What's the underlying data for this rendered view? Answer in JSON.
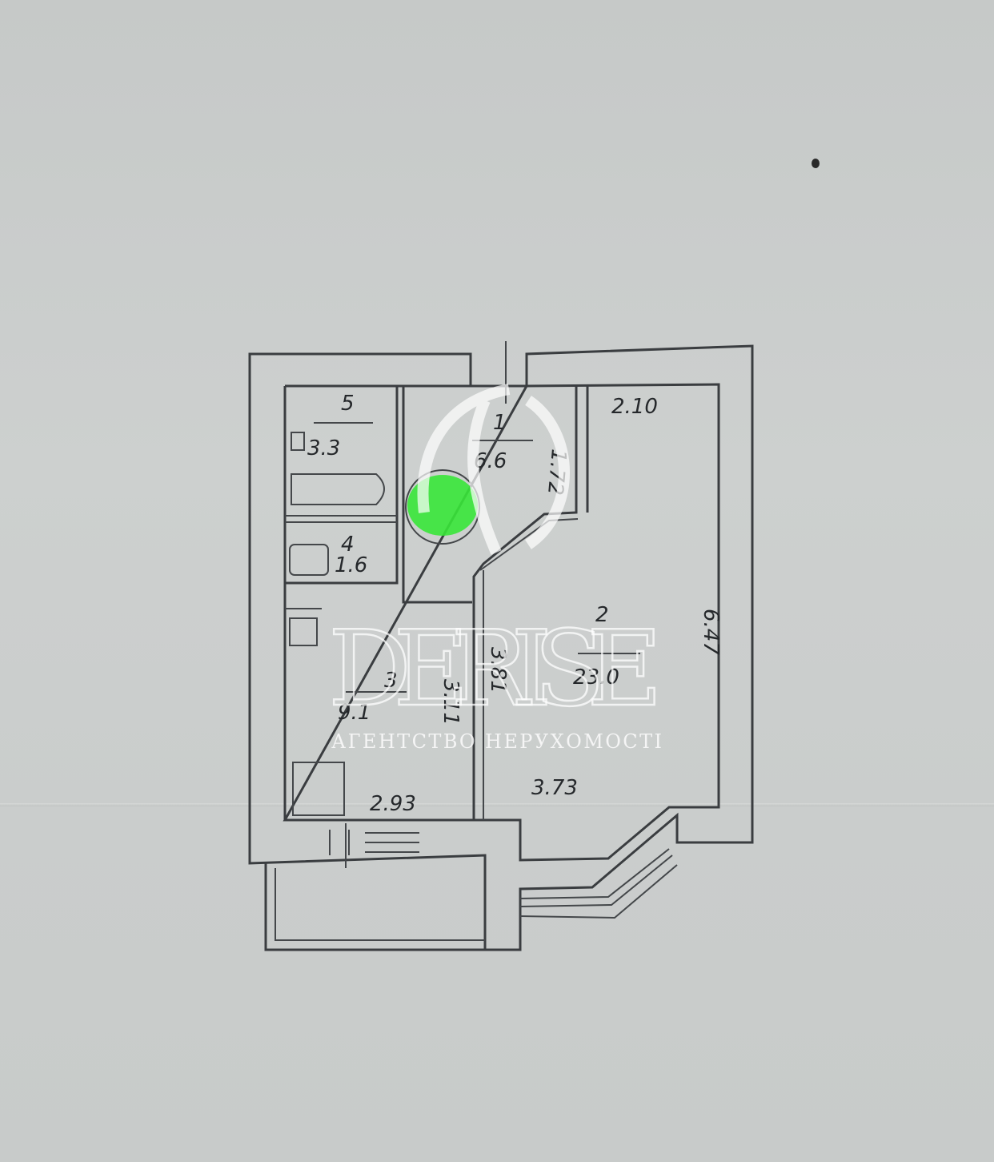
{
  "document": {
    "background_color": "#c9cccb",
    "line_color": "#3a3d40",
    "highlight_color": "#39e639"
  },
  "watermark": {
    "brand": "DERISE",
    "subtitle": "АГЕНТСТВО НЕРУХОМОСТІ"
  },
  "rooms": [
    {
      "number": "1",
      "area": "6.6"
    },
    {
      "number": "2",
      "area": "23.0"
    },
    {
      "number": "3",
      "area": "9.1"
    },
    {
      "number": "4",
      "area": "1.6"
    },
    {
      "number": "5",
      "area": "3.3"
    }
  ],
  "dimensions": {
    "top_right": "2.10",
    "right_side": "6.47",
    "room2_width": "3.73",
    "partition": "3.81",
    "kitchen_side": "3.11",
    "kitchen_width": "2.93",
    "hall_diag": "1.72"
  }
}
